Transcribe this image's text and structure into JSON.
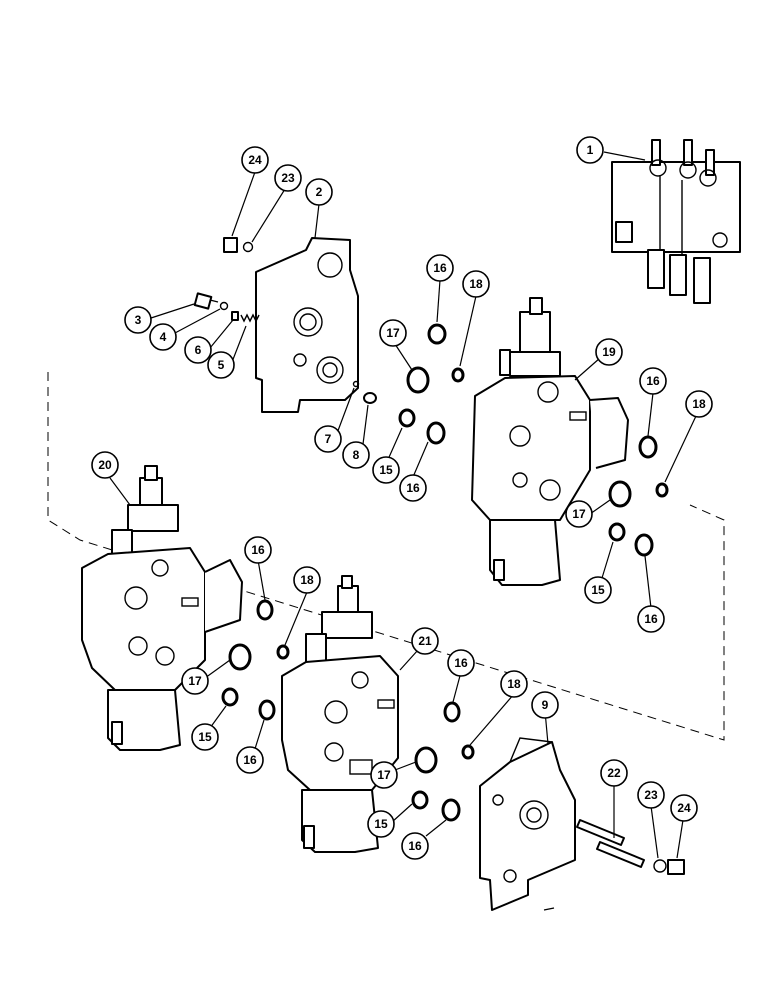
{
  "diagram": {
    "callouts": [
      {
        "label": "1"
      },
      {
        "label": "2"
      },
      {
        "label": "3"
      },
      {
        "label": "4"
      },
      {
        "label": "5"
      },
      {
        "label": "6"
      },
      {
        "label": "7"
      },
      {
        "label": "8"
      },
      {
        "label": "9"
      },
      {
        "label": "15"
      },
      {
        "label": "15"
      },
      {
        "label": "15"
      },
      {
        "label": "15"
      },
      {
        "label": "16"
      },
      {
        "label": "16"
      },
      {
        "label": "16"
      },
      {
        "label": "16"
      },
      {
        "label": "16"
      },
      {
        "label": "16"
      },
      {
        "label": "16"
      },
      {
        "label": "16"
      },
      {
        "label": "17"
      },
      {
        "label": "17"
      },
      {
        "label": "17"
      },
      {
        "label": "17"
      },
      {
        "label": "18"
      },
      {
        "label": "18"
      },
      {
        "label": "18"
      },
      {
        "label": "18"
      },
      {
        "label": "19"
      },
      {
        "label": "20"
      },
      {
        "label": "21"
      },
      {
        "label": "22"
      },
      {
        "label": "23"
      },
      {
        "label": "23"
      },
      {
        "label": "24"
      },
      {
        "label": "24"
      }
    ]
  }
}
